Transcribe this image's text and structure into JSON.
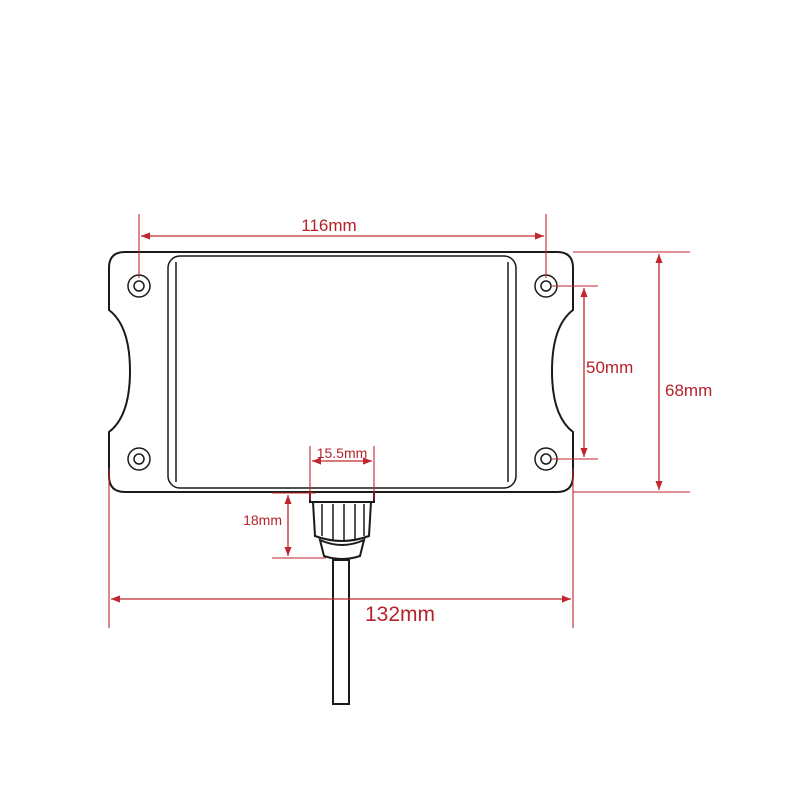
{
  "diagram": {
    "dimensions": {
      "mount_hole_spacing": "116mm",
      "vertical_hole_spacing": "50mm",
      "overall_height": "68mm",
      "gland_width": "15.5mm",
      "gland_height": "18mm",
      "overall_width": "132mm"
    },
    "colors": {
      "dimension_line": "#c0262d",
      "outline": "#1a1a1a",
      "background": "#ffffff"
    }
  }
}
